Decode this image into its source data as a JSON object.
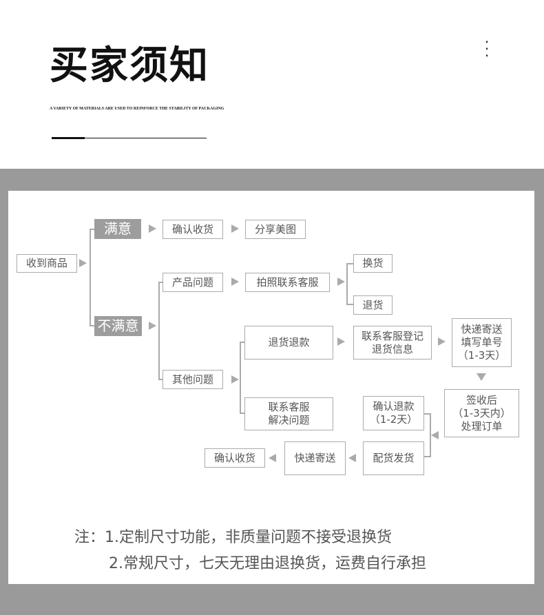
{
  "header": {
    "title": "买家须知",
    "subtitle": "A VARIETY OF MATERIALS ARE USED TO REINFORCE THE STABILITY OF PACKAGING",
    "menu_icon": "more-vertical-icon"
  },
  "flow": {
    "received": "收到商品",
    "satisfied": "满意",
    "confirm_receipt": "确认收货",
    "share_photos": "分享美图",
    "unsatisfied": "不满意",
    "product_issue": "产品问题",
    "photo_contact_service": "拍照联系客服",
    "exchange": "换货",
    "return": "退货",
    "other_issue": "其他问题",
    "return_refund": "退货退款",
    "register_return": [
      "联系客服登记",
      "退货信息"
    ],
    "ship_back": [
      "快递寄送",
      "填写单号",
      "（1-3天）"
    ],
    "sign_process": [
      "签收后",
      "（1-3天内）",
      "处理订单"
    ],
    "confirm_refund": [
      "确认退款",
      "（1-2天）"
    ],
    "contact_resolve": [
      "联系客服",
      "解决问题"
    ],
    "prepare_ship": "配货发货",
    "express_send": "快递寄送",
    "confirm_receipt_final": "确认收货"
  },
  "notes": {
    "line1": "注：1.定制尺寸功能，非质量问题不接受退换货",
    "line2": "2.常规尺寸，七天无理由退换货，运费自行承担"
  }
}
